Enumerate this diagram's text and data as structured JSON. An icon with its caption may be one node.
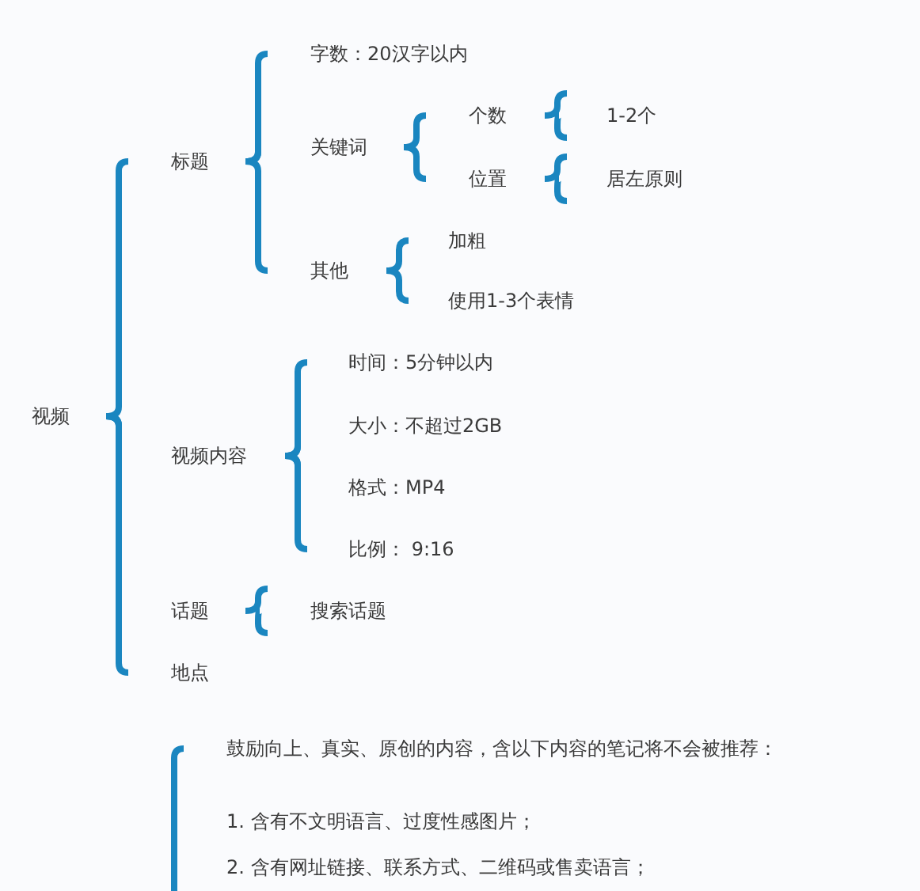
{
  "diagram": {
    "nodes": [
      {
        "text": [
          "视频"
        ]
      },
      {
        "text": [
          "标题"
        ]
      },
      {
        "text": [
          "视频内容"
        ]
      },
      {
        "text": [
          "话题"
        ]
      },
      {
        "text": [
          "地点"
        ]
      },
      {
        "text": [
          "字数：20汉字以内"
        ]
      },
      {
        "text": [
          "关键词"
        ]
      },
      {
        "text": [
          "其他"
        ]
      },
      {
        "text": [
          "个数"
        ]
      },
      {
        "text": [
          "位置"
        ]
      },
      {
        "text": [
          "1-2个"
        ]
      },
      {
        "text": [
          "居左原则"
        ]
      },
      {
        "text": [
          "加粗"
        ]
      },
      {
        "text": [
          "使用1-3个表情"
        ]
      },
      {
        "text": [
          "时间：5分钟以内"
        ]
      },
      {
        "text": [
          "大小：不超过2GB"
        ]
      },
      {
        "text": [
          "格式：MP4"
        ]
      },
      {
        "text": [
          "比例： 9:16"
        ]
      },
      {
        "text": [
          "搜索话题"
        ]
      },
      {
        "text": [
          "鼓励向上、真实、原创的内容，含以下内容的笔记将不会被推荐："
        ]
      },
      {
        "text": [
          "1. 含有不文明语言、过度性感图片；"
        ]
      },
      {
        "text": [
          "2. 含有网址链接、联系方式、二维码或售卖语言；"
        ]
      }
    ],
    "edges": [
      {
        "from": 0,
        "to": 1,
        "arrow": "none"
      },
      {
        "from": 0,
        "to": 2,
        "arrow": "none"
      },
      {
        "from": 0,
        "to": 3,
        "arrow": "none"
      },
      {
        "from": 0,
        "to": 4,
        "arrow": "none"
      },
      {
        "from": 1,
        "to": 5,
        "arrow": "none"
      },
      {
        "from": 1,
        "to": 6,
        "arrow": "none"
      },
      {
        "from": 1,
        "to": 7,
        "arrow": "none"
      },
      {
        "from": 6,
        "to": 8,
        "arrow": "none"
      },
      {
        "from": 6,
        "to": 9,
        "arrow": "none"
      },
      {
        "from": 8,
        "to": 10,
        "arrow": "none"
      },
      {
        "from": 9,
        "to": 11,
        "arrow": "none"
      },
      {
        "from": 7,
        "to": 12,
        "arrow": "none"
      },
      {
        "from": 7,
        "to": 13,
        "arrow": "none"
      },
      {
        "from": 2,
        "to": 14,
        "arrow": "none"
      },
      {
        "from": 2,
        "to": 15,
        "arrow": "none"
      },
      {
        "from": 2,
        "to": 16,
        "arrow": "none"
      },
      {
        "from": 2,
        "to": 17,
        "arrow": "none"
      },
      {
        "from": 3,
        "to": 18,
        "arrow": "none"
      }
    ]
  }
}
